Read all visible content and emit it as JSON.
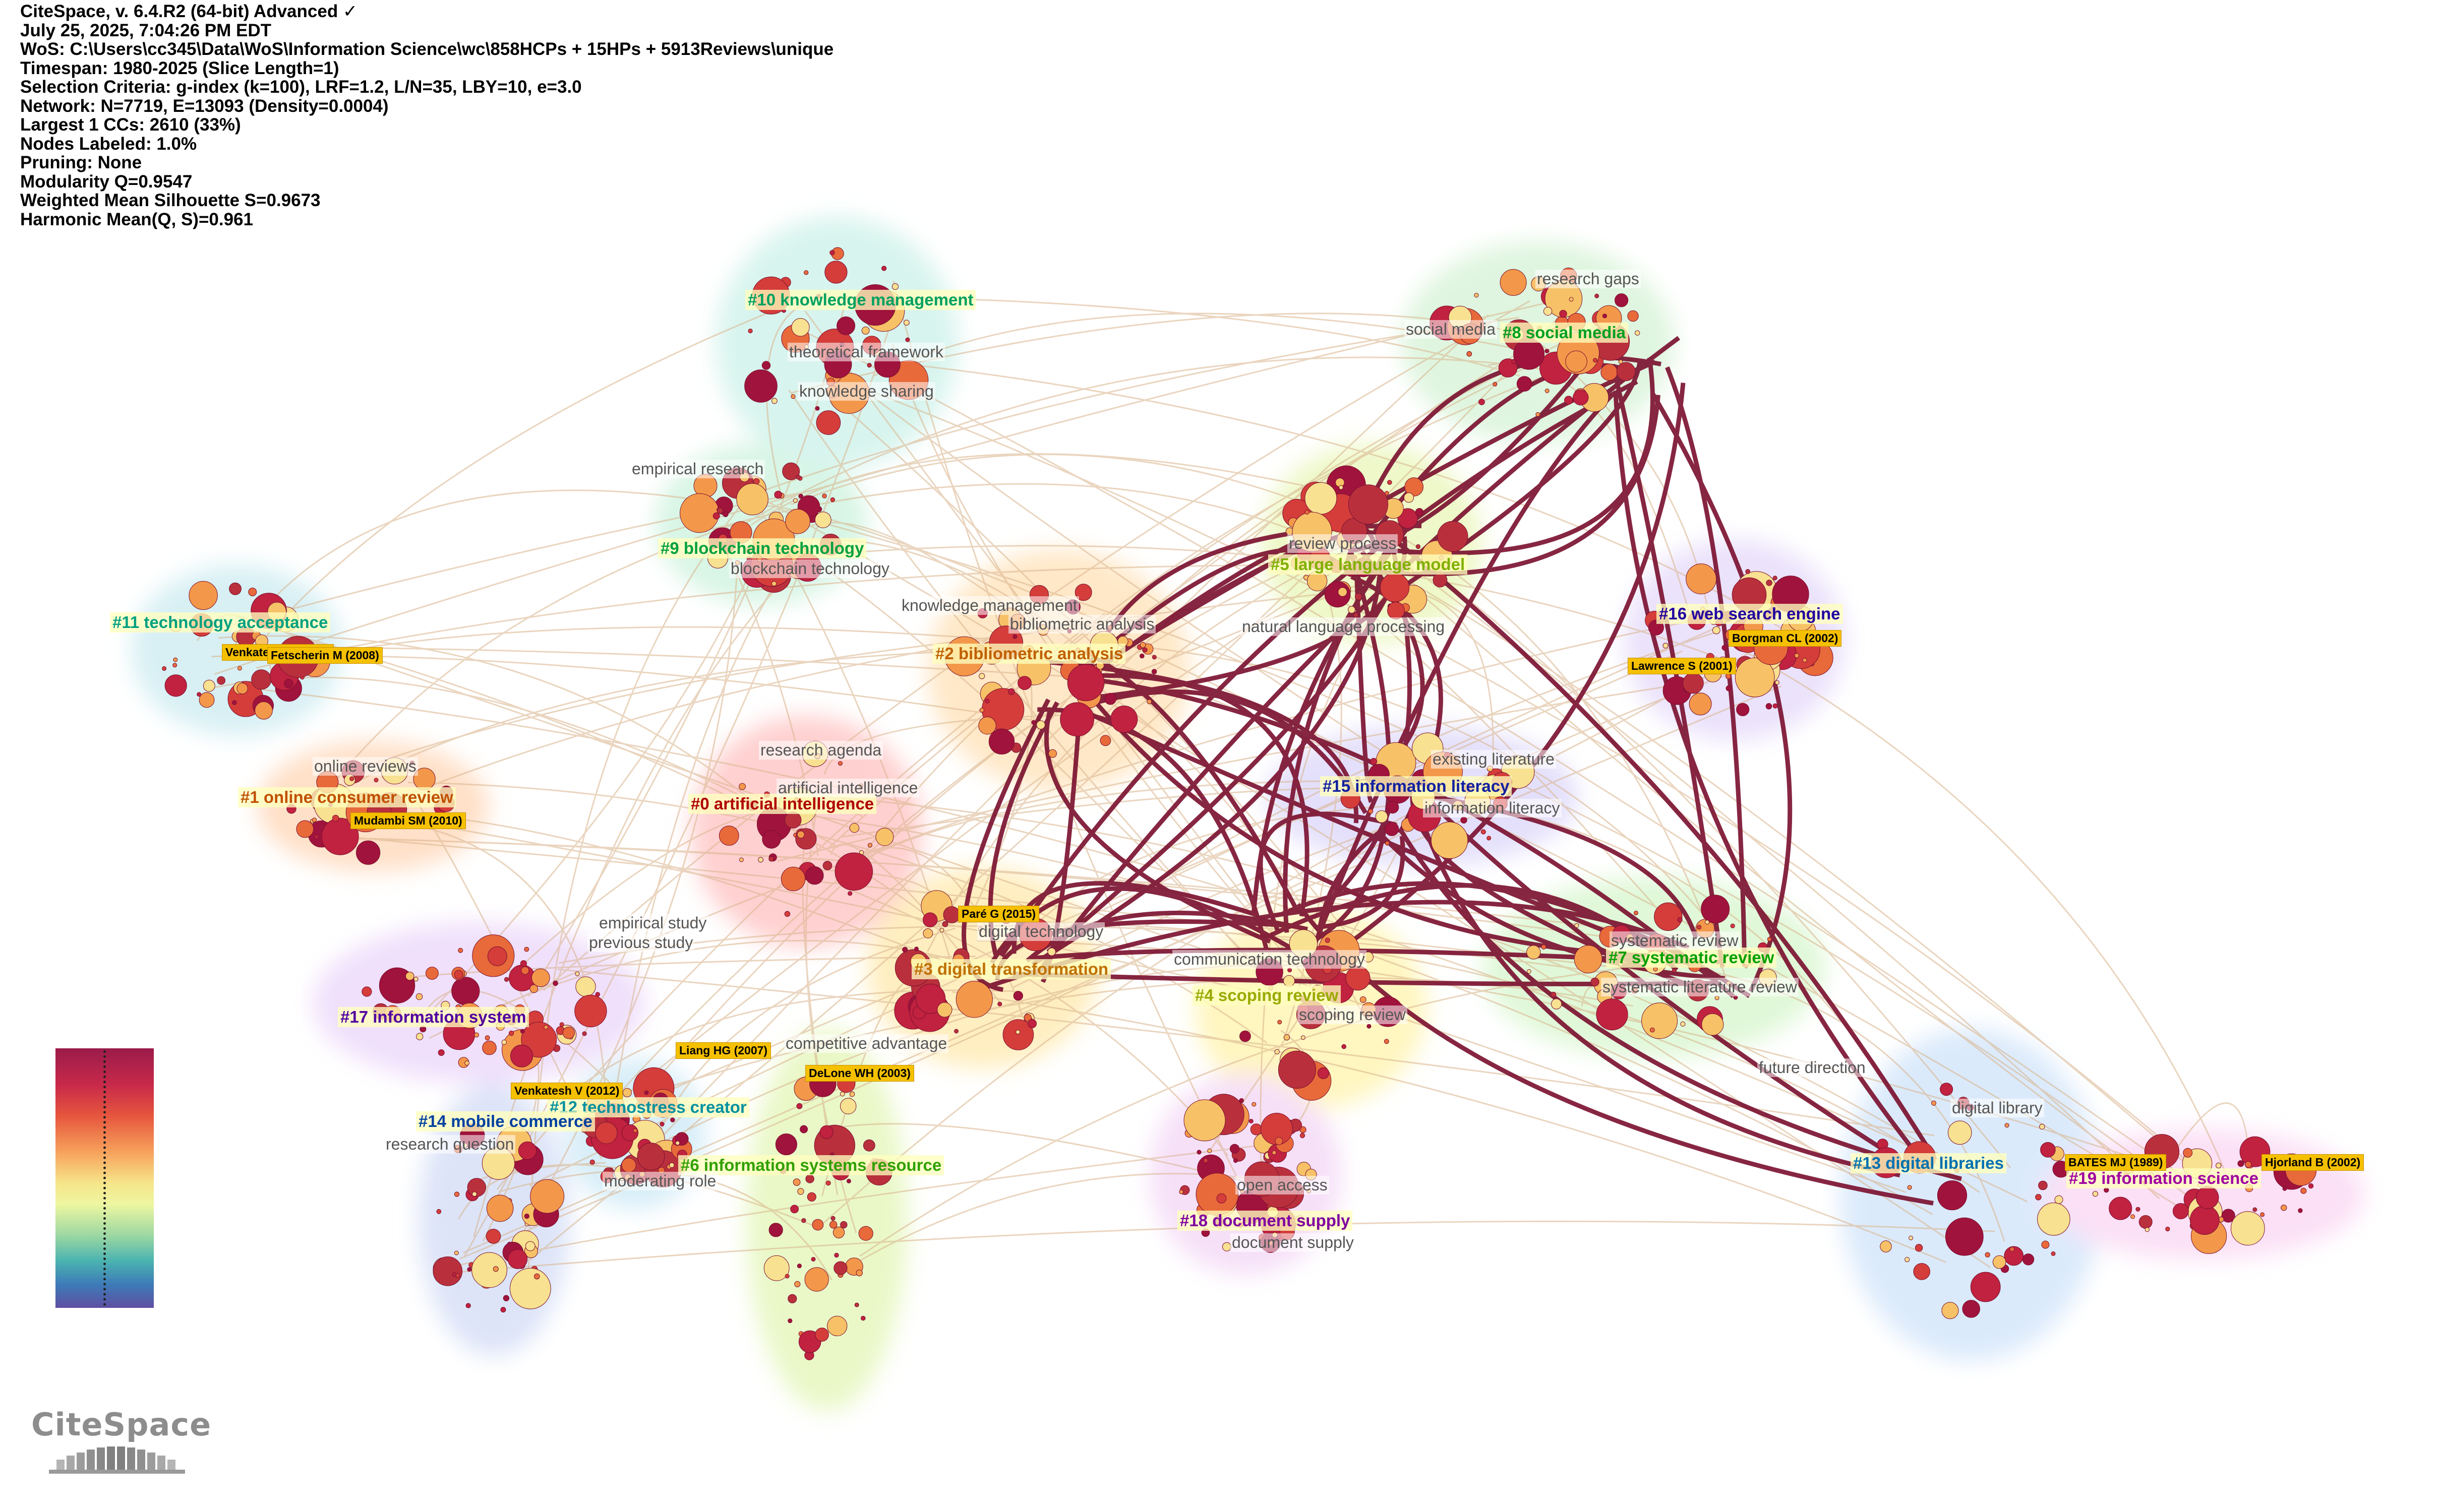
{
  "info": {
    "lines": [
      "CiteSpace, v. 6.4.R2 (64-bit) Advanced ✓",
      "July 25, 2025, 7:04:26 PM EDT",
      "WoS: C:\\Users\\cc345\\Data\\WoS\\Information Science\\wc\\858HCPs + 15HPs + 5913Reviews\\unique",
      "Timespan: 1980-2025 (Slice Length=1)",
      "Selection Criteria: g-index (k=100), LRF=1.2, L/N=35, LBY=10, e=3.0",
      "Network: N=7719, E=13093 (Density=0.0004)",
      "Largest 1 CCs: 2610 (33%)",
      "Nodes Labeled: 1.0%",
      "Pruning: None",
      "Modularity Q=0.9547",
      "Weighted Mean Silhouette S=0.9673",
      "Harmonic Mean(Q, S)=0.961"
    ]
  },
  "clusters": [
    {
      "label": "#0 artificial intelligence",
      "color": "#b00000"
    },
    {
      "label": "#1 online consumer review",
      "color": "#c05000"
    },
    {
      "label": "#2 bibliometric analysis",
      "color": "#c06000"
    },
    {
      "label": "#3 digital transformation",
      "color": "#c07000"
    },
    {
      "label": "#4 scoping review",
      "color": "#9aaa00"
    },
    {
      "label": "#5 large language model",
      "color": "#80b000"
    },
    {
      "label": "#6 information systems resource",
      "color": "#30a000"
    },
    {
      "label": "#7 systematic review",
      "color": "#00a000"
    },
    {
      "label": "#8 social media",
      "color": "#00a020"
    },
    {
      "label": "#9 blockchain technology",
      "color": "#00a040"
    },
    {
      "label": "#10 knowledge management",
      "color": "#00a060"
    },
    {
      "label": "#11 technology acceptance",
      "color": "#00a080"
    },
    {
      "label": "#12 technostress creator",
      "color": "#0090a0"
    },
    {
      "label": "#13 digital libraries",
      "color": "#0070b0"
    },
    {
      "label": "#14 mobile commerce",
      "color": "#0040a0"
    },
    {
      "label": "#15 information literacy",
      "color": "#1020a0"
    },
    {
      "label": "#16 web search engine",
      "color": "#2000a0"
    },
    {
      "label": "#17 information system",
      "color": "#5000a0"
    },
    {
      "label": "#18 document supply",
      "color": "#8000a0"
    },
    {
      "label": "#19 information science",
      "color": "#a000a0"
    }
  ],
  "terms": [
    "research gaps",
    "social media",
    "theoretical framework",
    "knowledge sharing",
    "empirical research",
    "review process",
    "blockchain technology",
    "knowledge management",
    "bibliometric analysis",
    "natural language processing",
    "online reviews",
    "research agenda",
    "artificial intelligence",
    "existing literature",
    "information literacy",
    "empirical study",
    "previous study",
    "digital technology",
    "systematic review",
    "communication technology",
    "systematic literature review",
    "competitive advantage",
    "scoping review",
    "future direction",
    "digital library",
    "research question",
    "moderating role",
    "open access",
    "document supply"
  ],
  "refs": [
    "Venkatesh V (2003)",
    "Fetscherin M (2008)",
    "Mudambi SM (2010)",
    "Paré G (2015)",
    "Borgman CL (2002)",
    "Lawrence S (2001)",
    "Liang HG (2007)",
    "DeLone WH (2003)",
    "Venkatesh V (2012)",
    "BATES MJ (1989)",
    "Hjorland B (2002)"
  ],
  "logo": {
    "text": "CiteSpace"
  },
  "legend": {
    "colors": [
      "#9b1b4a",
      "#c8294a",
      "#e6553d",
      "#f7a25c",
      "#f6e58a",
      "#eef6a0",
      "#9dd8a2",
      "#4ab3b0",
      "#3d7bb8",
      "#5e4fa2"
    ]
  }
}
